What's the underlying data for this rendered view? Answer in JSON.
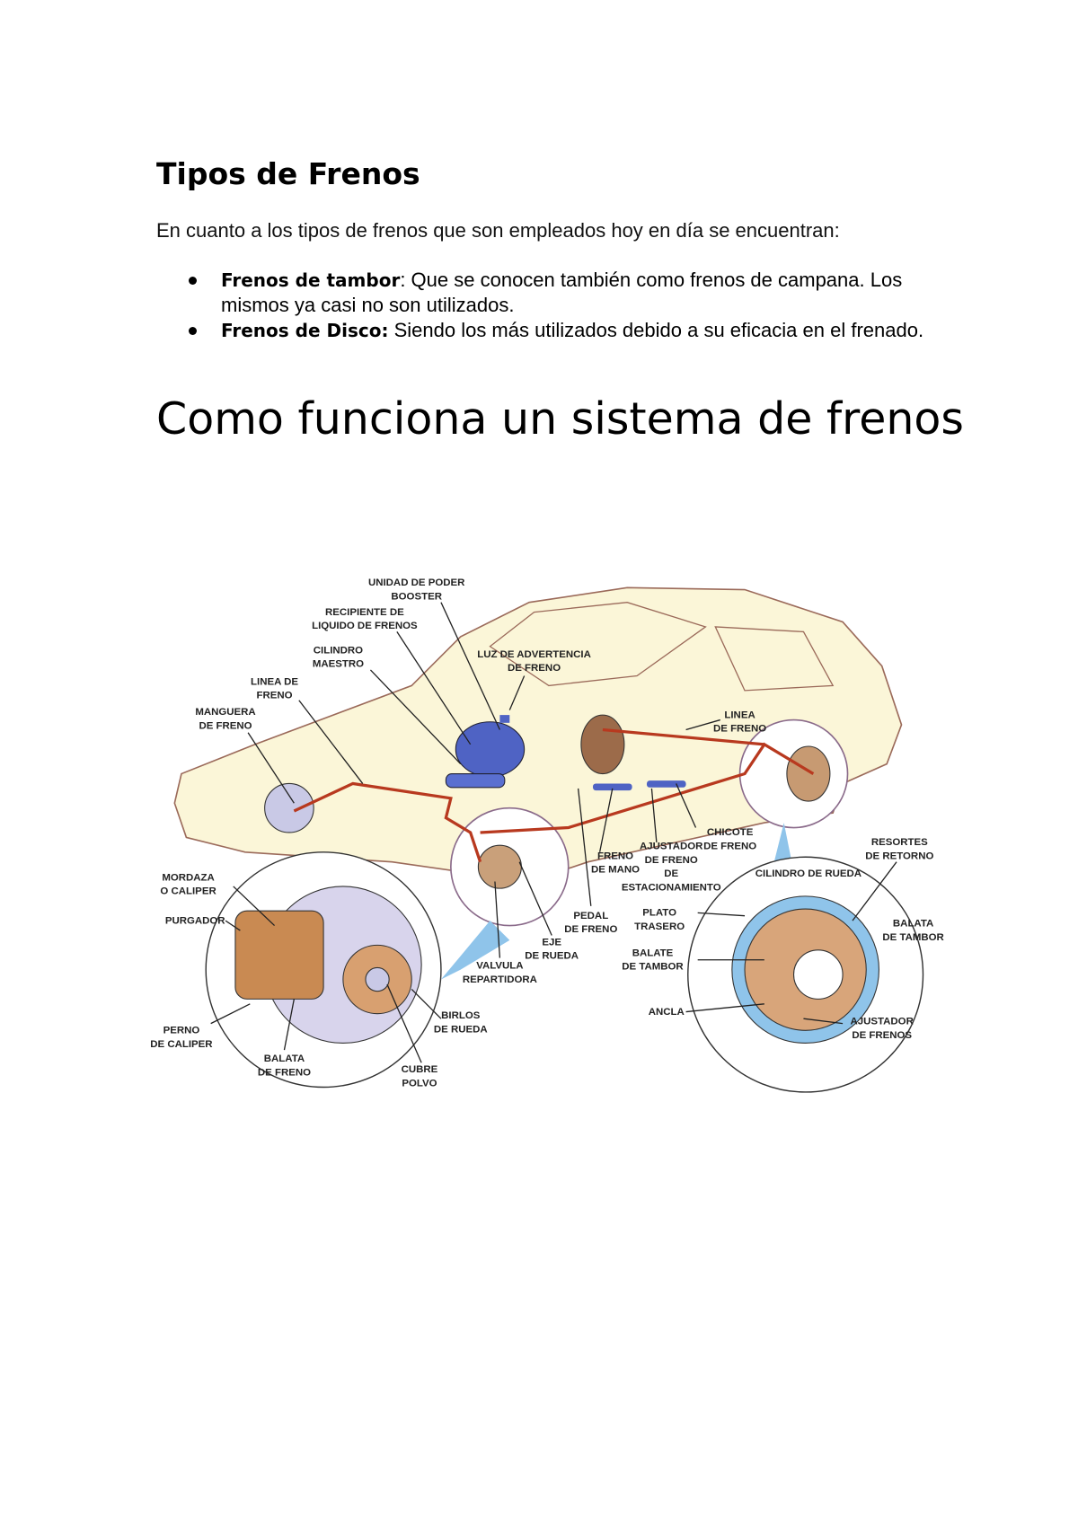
{
  "section1": {
    "title": "Tipos de Frenos",
    "intro": "En cuanto a los tipos de frenos que son empleados hoy en día se encuentran:",
    "items": [
      {
        "term": "Frenos de tambor",
        "text": ": Que se conocen también como frenos de campana. Los mismos ya casi no son utilizados."
      },
      {
        "term": "Frenos de Disco:",
        "text": " Siendo los más utilizados debido a su eficacia en el frenado."
      }
    ]
  },
  "section2": {
    "title": "Como funciona un sistema de frenos"
  },
  "diagram": {
    "labels": {
      "booster": [
        "UNIDAD DE PODER",
        "BOOSTER"
      ],
      "reservoir": [
        "RECIPIENTE DE",
        "LIQUIDO DE FRENOS"
      ],
      "master_cylinder": [
        "CILINDRO",
        "MAESTRO"
      ],
      "warning_light": [
        "LUZ DE ADVERTENCIA",
        "DE FRENO"
      ],
      "brake_line_front": [
        "LINEA DE",
        "FRENO"
      ],
      "brake_hose": [
        "MANGUERA",
        "DE FRENO"
      ],
      "brake_line_rear": [
        "LINEA",
        "DE FRENO"
      ],
      "brake_cable": [
        "CHICOTE",
        "DE FRENO"
      ],
      "return_springs": [
        "RESORTES",
        "DE RETORNO"
      ],
      "hand_brake": [
        "FRENO",
        "DE MANO"
      ],
      "parking_adjuster": [
        "AJUSTADOR",
        "DE FRENO",
        "DE",
        "ESTACIONAMIENTO"
      ],
      "wheel_cylinder": [
        "CILINDRO DE RUEDA"
      ],
      "caliper": [
        "MORDAZA",
        "O CALIPER"
      ],
      "bleeder": [
        "PURGADOR"
      ],
      "backing_plate": [
        "PLATO",
        "TRASERO"
      ],
      "drum_lining_right": [
        "BALATA",
        "DE TAMBOR"
      ],
      "brake_pedal": [
        "PEDAL",
        "DE FRENO"
      ],
      "wheel_axle": [
        "EJE",
        "DE RUEDA"
      ],
      "drum_lining_left": [
        "BALATE",
        "DE TAMBOR"
      ],
      "proportioning_valve": [
        "VALVULA",
        "REPARTIDORA"
      ],
      "anchor": [
        "ANCLA"
      ],
      "wheel_studs": [
        "BIRLOS",
        "DE RUEDA"
      ],
      "brake_adjuster": [
        "AJUSTADOR",
        "DE FRENOS"
      ],
      "caliper_bolt": [
        "PERNO",
        "DE CALIPER"
      ],
      "brake_pad": [
        "BALATA",
        "DE FRENO"
      ],
      "dust_cover": [
        "CUBRE",
        "POLVO"
      ]
    },
    "colors": {
      "line": "#b8391f",
      "car": "#fbf6d8",
      "blue": "#4f63c4",
      "rust": "#b87a4a",
      "sky": "#8fc4ea"
    }
  }
}
